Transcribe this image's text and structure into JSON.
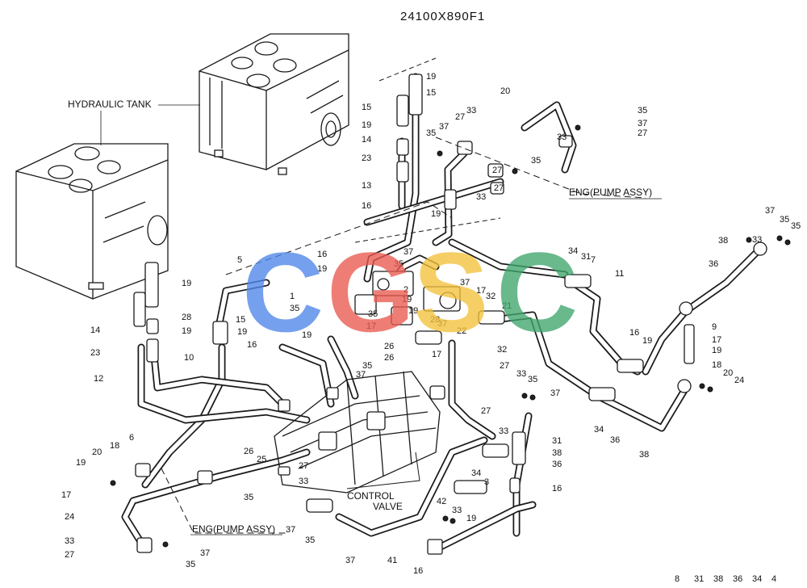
{
  "drawing_code": "24100X890F1",
  "labels": {
    "hydraulic_tank": "HYDRAULIC TANK",
    "control_valve_1": "CONTROL",
    "control_valve_2": "VALVE",
    "eng_pump_assy_top": "ENG(PUMP ASSY)",
    "eng_pump_assy_bottom": "ENG(PUMP ASSY)"
  },
  "watermark": {
    "letters": [
      "C",
      "G",
      "S",
      "C"
    ],
    "colors": [
      "#4f86e8",
      "#ea5a4f",
      "#f3c23c",
      "#3fa66c"
    ]
  },
  "callouts": [
    "19",
    "15",
    "15",
    "19",
    "14",
    "23",
    "13",
    "16",
    "19",
    "20",
    "35",
    "37",
    "27",
    "33",
    "35",
    "37",
    "27",
    "33",
    "27",
    "35",
    "33",
    "27",
    "33",
    "37",
    "35",
    "35",
    "38",
    "36",
    "34",
    "31",
    "7",
    "11",
    "16",
    "19",
    "9",
    "17",
    "19",
    "18",
    "20",
    "24",
    "38",
    "36",
    "34",
    "5",
    "16",
    "19",
    "1",
    "35",
    "37",
    "35",
    "37",
    "2",
    "17",
    "19",
    "32",
    "21",
    "35",
    "17",
    "19",
    "28",
    "37",
    "22",
    "32",
    "17",
    "19",
    "28",
    "19",
    "14",
    "23",
    "15",
    "19",
    "10",
    "12",
    "19",
    "16",
    "26",
    "26",
    "35",
    "37",
    "27",
    "33",
    "35",
    "37",
    "27",
    "33",
    "31",
    "38",
    "36",
    "34",
    "3",
    "16",
    "6",
    "18",
    "20",
    "19",
    "17",
    "24",
    "33",
    "27",
    "37",
    "35",
    "26",
    "25",
    "27",
    "33",
    "35",
    "37",
    "35",
    "37",
    "41",
    "42",
    "33",
    "19",
    "16",
    "8",
    "31",
    "38",
    "36",
    "34",
    "4"
  ]
}
